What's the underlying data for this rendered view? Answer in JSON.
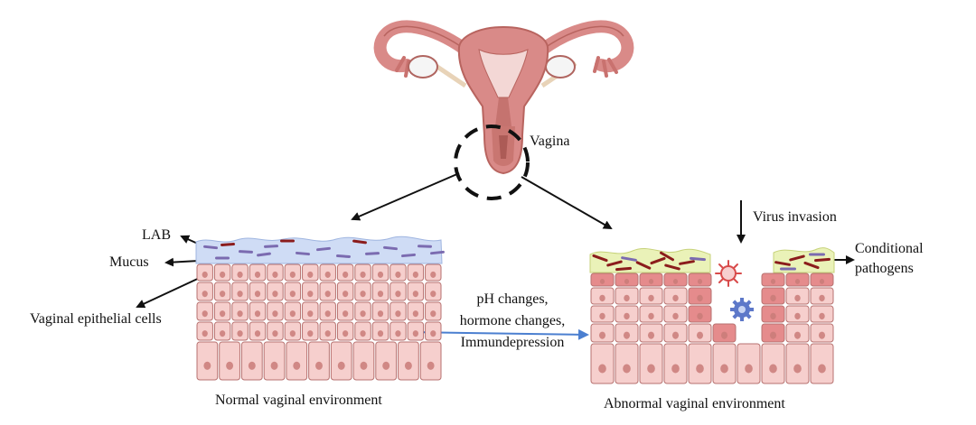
{
  "labels": {
    "vagina": "Vagina",
    "lab": "LAB",
    "mucus": "Mucus",
    "epithelial": "Vaginal epithelial cells",
    "conditions_line1": "pH changes,",
    "conditions_line2": "hormone changes,",
    "conditions_line3": "Immundepression",
    "virus_invasion": "Virus invasion",
    "pathogens_line1": "Conditional",
    "pathogens_line2": "pathogens",
    "normal_caption": "Normal vaginal environment",
    "abnormal_caption": "Abnormal vaginal environment"
  },
  "colors": {
    "uterus": "#d98a88",
    "uterus_dark": "#b8645f",
    "cell_light": "#f6cfcd",
    "cell_border": "#b77270",
    "cell_nucleus": "#c97b78",
    "cell_damaged": "#e58b8c",
    "mucus": "#cfdcf5",
    "mucus_abnormal": "#eaf2b8",
    "lab_purple": "#7b6bb0",
    "lab_red": "#8b1c1c",
    "arrow_black": "#111111",
    "arrow_blue": "#4b7fd0"
  }
}
